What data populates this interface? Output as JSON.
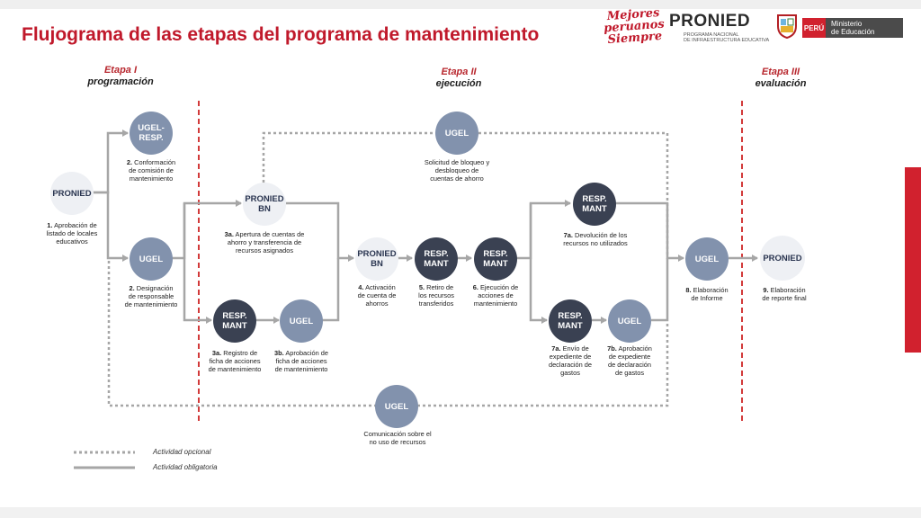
{
  "title": "Flujograma de las etapas del programa de mantenimiento",
  "branding": {
    "mejores": [
      "Mejores",
      "peruanos",
      "Siempre"
    ],
    "pronied": "PRONIED",
    "pronied_sub": [
      "PROGRAMA NACIONAL",
      "DE INFRAESTRUCTURA EDUCATIVA"
    ],
    "peru": "PERÚ",
    "ministerio": [
      "Ministerio",
      "de Educación"
    ]
  },
  "stages": [
    {
      "label": "Etapa I",
      "name": "programación"
    },
    {
      "label": "Etapa II",
      "name": "ejecución"
    },
    {
      "label": "Etapa III",
      "name": "evaluación"
    }
  ],
  "nodes": {
    "pronied_1": [
      "PRONIED"
    ],
    "ugel_resp": [
      "UGEL-",
      "RESP."
    ],
    "ugel_2": [
      "UGEL"
    ],
    "pronied_bn_3a": [
      "PRONIED",
      "BN"
    ],
    "resp_mant_3a": [
      "RESP.",
      "MANT"
    ],
    "ugel_3b": [
      "UGEL"
    ],
    "ugel_top": [
      "UGEL"
    ],
    "pronied_bn_4": [
      "PRONIED",
      "BN"
    ],
    "resp_mant_5": [
      "RESP.",
      "MANT"
    ],
    "resp_mant_6": [
      "RESP.",
      "MANT"
    ],
    "resp_mant_7a_top": [
      "RESP.",
      "MANT"
    ],
    "resp_mant_7a": [
      "RESP.",
      "MANT"
    ],
    "ugel_7b": [
      "UGEL"
    ],
    "ugel_8": [
      "UGEL"
    ],
    "pronied_9": [
      "PRONIED"
    ],
    "ugel_bottom": [
      "UGEL"
    ]
  },
  "descriptions": {
    "d1": {
      "num": "1.",
      "text": [
        "Aprobación de",
        "listado de locales",
        "educativos"
      ]
    },
    "d2top": {
      "num": "2.",
      "text": [
        "Conformación",
        "de comisión de",
        "mantenimiento"
      ]
    },
    "d2": {
      "num": "2.",
      "text": [
        "Designación",
        "de responsable",
        "de mantenimiento"
      ]
    },
    "d3a_top": {
      "num": "3a.",
      "text": [
        "Apertura de cuentas de",
        "ahorro y transferencia de",
        "recursos asignados"
      ]
    },
    "d3a": {
      "num": "3a.",
      "text": [
        "Registro de",
        "ficha de acciones",
        "de mantenimiento"
      ]
    },
    "d3b": {
      "num": "3b.",
      "text": [
        "Aprobación de",
        "ficha de acciones",
        "de mantenimiento"
      ]
    },
    "d_top": {
      "num": "",
      "text": [
        "Solicitud de bloqueo y",
        "desbloqueo de",
        "cuentas de ahorro"
      ]
    },
    "d4": {
      "num": "4.",
      "text": [
        "Activación",
        "de cuenta de",
        "ahorros"
      ]
    },
    "d5": {
      "num": "5.",
      "text": [
        "Retiro de",
        "los recursos",
        "transferidos"
      ]
    },
    "d6": {
      "num": "6.",
      "text": [
        "Ejecución de",
        "acciones de",
        "mantenimiento"
      ]
    },
    "d7a_top": {
      "num": "7a.",
      "text": [
        "Devolución de los",
        "recursos no utilizados"
      ]
    },
    "d7a": {
      "num": "7a.",
      "text": [
        "Envío de",
        "expediente de",
        "declaración de",
        "gastos"
      ]
    },
    "d7b": {
      "num": "7b.",
      "text": [
        "Aprobación",
        "de expediente",
        "de declaración",
        "de gastos"
      ]
    },
    "d8": {
      "num": "8.",
      "text": [
        "Elaboración",
        "de Informe"
      ]
    },
    "d9": {
      "num": "9.",
      "text": [
        "Elaboración",
        "de reporte final"
      ]
    },
    "d_bottom": {
      "num": "",
      "text": [
        "Comunicación sobre el",
        "no uso de recursos"
      ]
    }
  },
  "legend": {
    "optional": "Actividad opcional",
    "mandatory": "Actividad obligatoria"
  },
  "colors": {
    "title_red": "#c0192b",
    "node_light": "#eef0f4",
    "node_mid": "#8292ad",
    "node_dark": "#3a4152",
    "arrow": "#a6a6a6",
    "divider": "#d23a3a"
  }
}
